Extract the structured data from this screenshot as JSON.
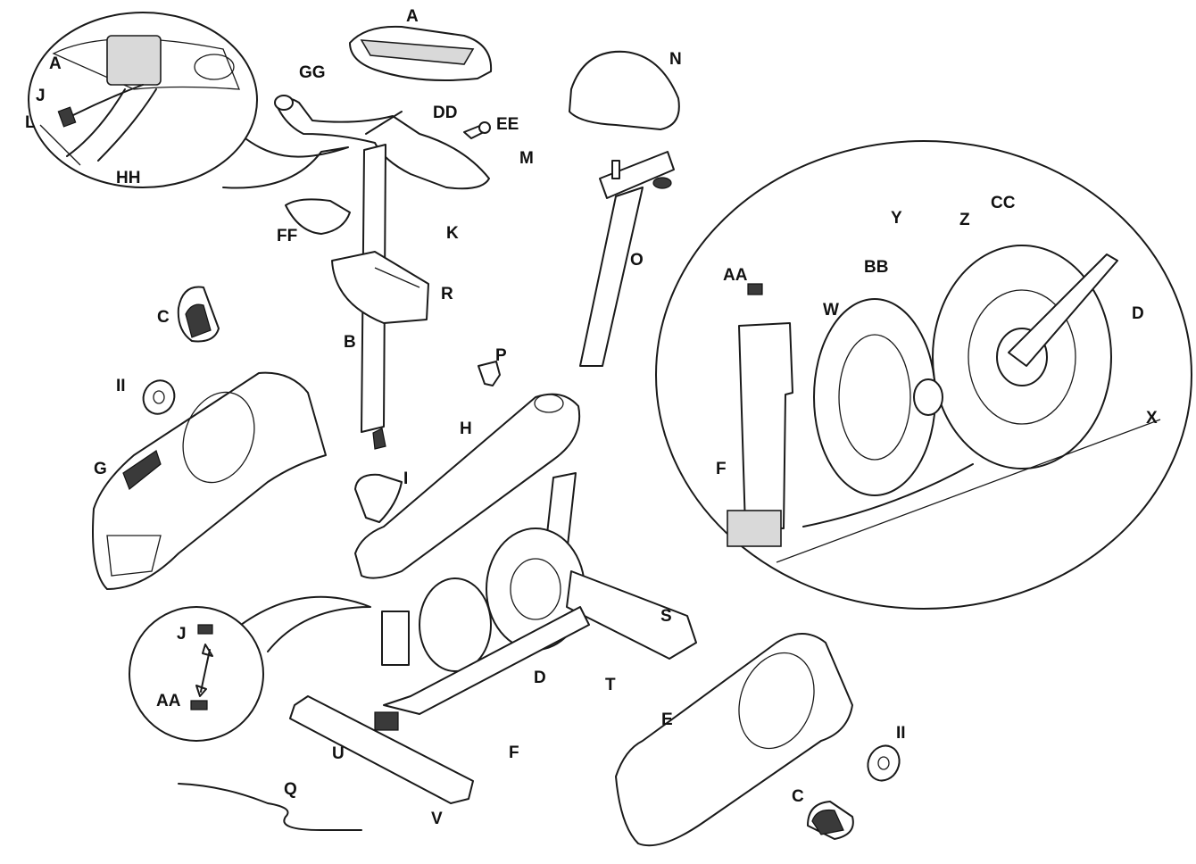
{
  "labels": {
    "a_main": "A",
    "a_detail": "A",
    "j_top": "J",
    "l": "L",
    "hh": "HH",
    "gg": "GG",
    "dd": "DD",
    "ee": "EE",
    "m": "M",
    "k": "K",
    "ff": "FF",
    "n": "N",
    "o": "O",
    "r": "R",
    "b": "B",
    "c_left": "C",
    "ii_left": "II",
    "g": "G",
    "p": "P",
    "h": "H",
    "i": "I",
    "aa_detail": "AA",
    "w": "W",
    "bb": "BB",
    "y": "Y",
    "z": "Z",
    "cc": "CC",
    "d_detail": "D",
    "x": "X",
    "f_detail": "F",
    "s": "S",
    "t": "T",
    "d_main": "D",
    "j_bottom": "J",
    "aa_bottom": "AA",
    "u": "U",
    "f_main": "F",
    "q": "Q",
    "v": "V",
    "e": "E",
    "ii_right": "II",
    "c_right": "C"
  }
}
